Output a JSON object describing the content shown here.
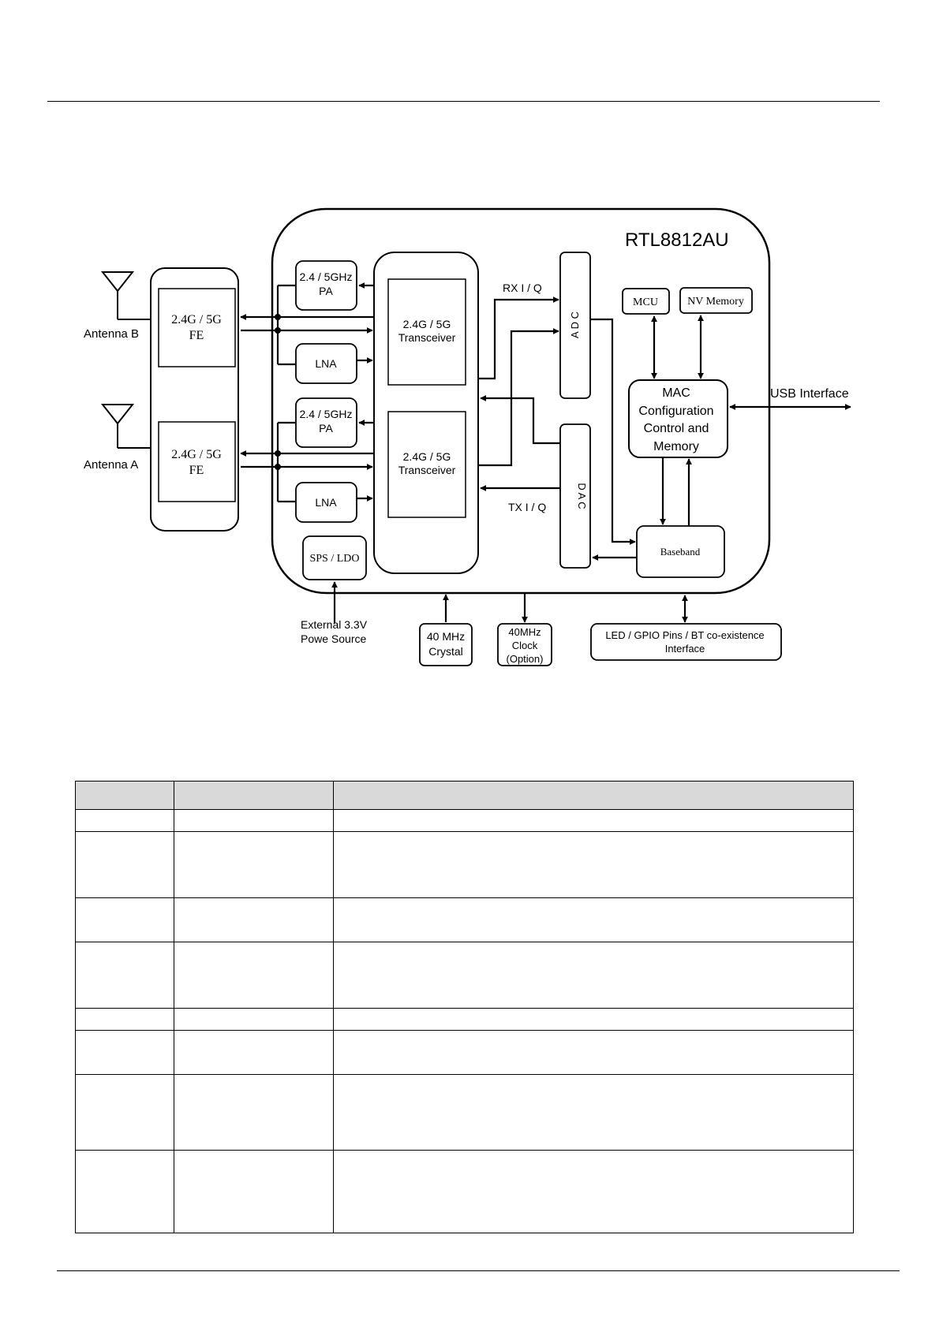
{
  "diagram": {
    "chip_name": "RTL8812AU",
    "antenna_b": "Antenna B",
    "antenna_a": "Antenna A",
    "fe_line1": "2.4G / 5G",
    "fe_line2": "FE",
    "pa_line1": "2.4 / 5GHz",
    "pa_line2": "PA",
    "lna": "LNA",
    "transceiver_line1": "2.4G / 5G",
    "transceiver_line2": "Transceiver",
    "sps_ldo": "SPS / LDO",
    "rx_iq": "RX I / Q",
    "tx_iq": "TX I / Q",
    "adc": "A D C",
    "dac": "D A C",
    "mcu": "MCU",
    "nv_memory": "NV Memory",
    "mac_lines": [
      "MAC",
      "Configuration",
      "Control and",
      "Memory"
    ],
    "baseband": "Baseband",
    "usb_interface": "USB Interface",
    "power_lines": [
      "External 3.3V",
      "Powe Source"
    ],
    "crystal_lines": [
      "40 MHz",
      "Crystal"
    ],
    "clock_lines": [
      "40MHz",
      "Clock",
      "(Option)"
    ],
    "led_lines": [
      "LED / GPIO Pins / BT co-existence",
      "Interface"
    ]
  }
}
